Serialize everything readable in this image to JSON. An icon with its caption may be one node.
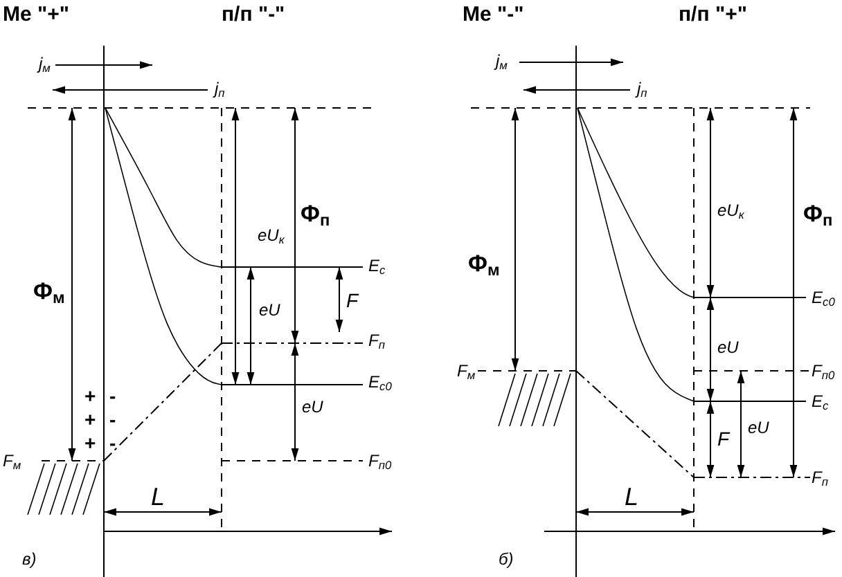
{
  "diagram": {
    "labels": [
      "Me \"+\"",
      "п/п \"-\"",
      "j$_{м}$",
      "j$_{п}$",
      "eU$_{к}$",
      "Φ$_{п}$",
      "E$_{c}$",
      "Φ$_{м}$",
      "eU",
      "F",
      "F$_{п}$",
      "E$_{c0}$",
      "+",
      "-",
      "+",
      "-",
      "+",
      "-",
      "eU",
      "F$_{м}$",
      "F$_{п0}$",
      "L",
      "в)",
      "Me \"-\"",
      "п/п \"+\"",
      "j$_{м}$",
      "j$_{п}$",
      "eU$_{к}$",
      "Φ$_{п}$",
      "Φ$_{м}$",
      "E$_{c0}$",
      "eU",
      "F$_{м}$",
      "F$_{п0}$",
      "E$_{c}$",
      "F",
      "eU",
      "F$_{п}$",
      "L",
      "б)"
    ]
  }
}
